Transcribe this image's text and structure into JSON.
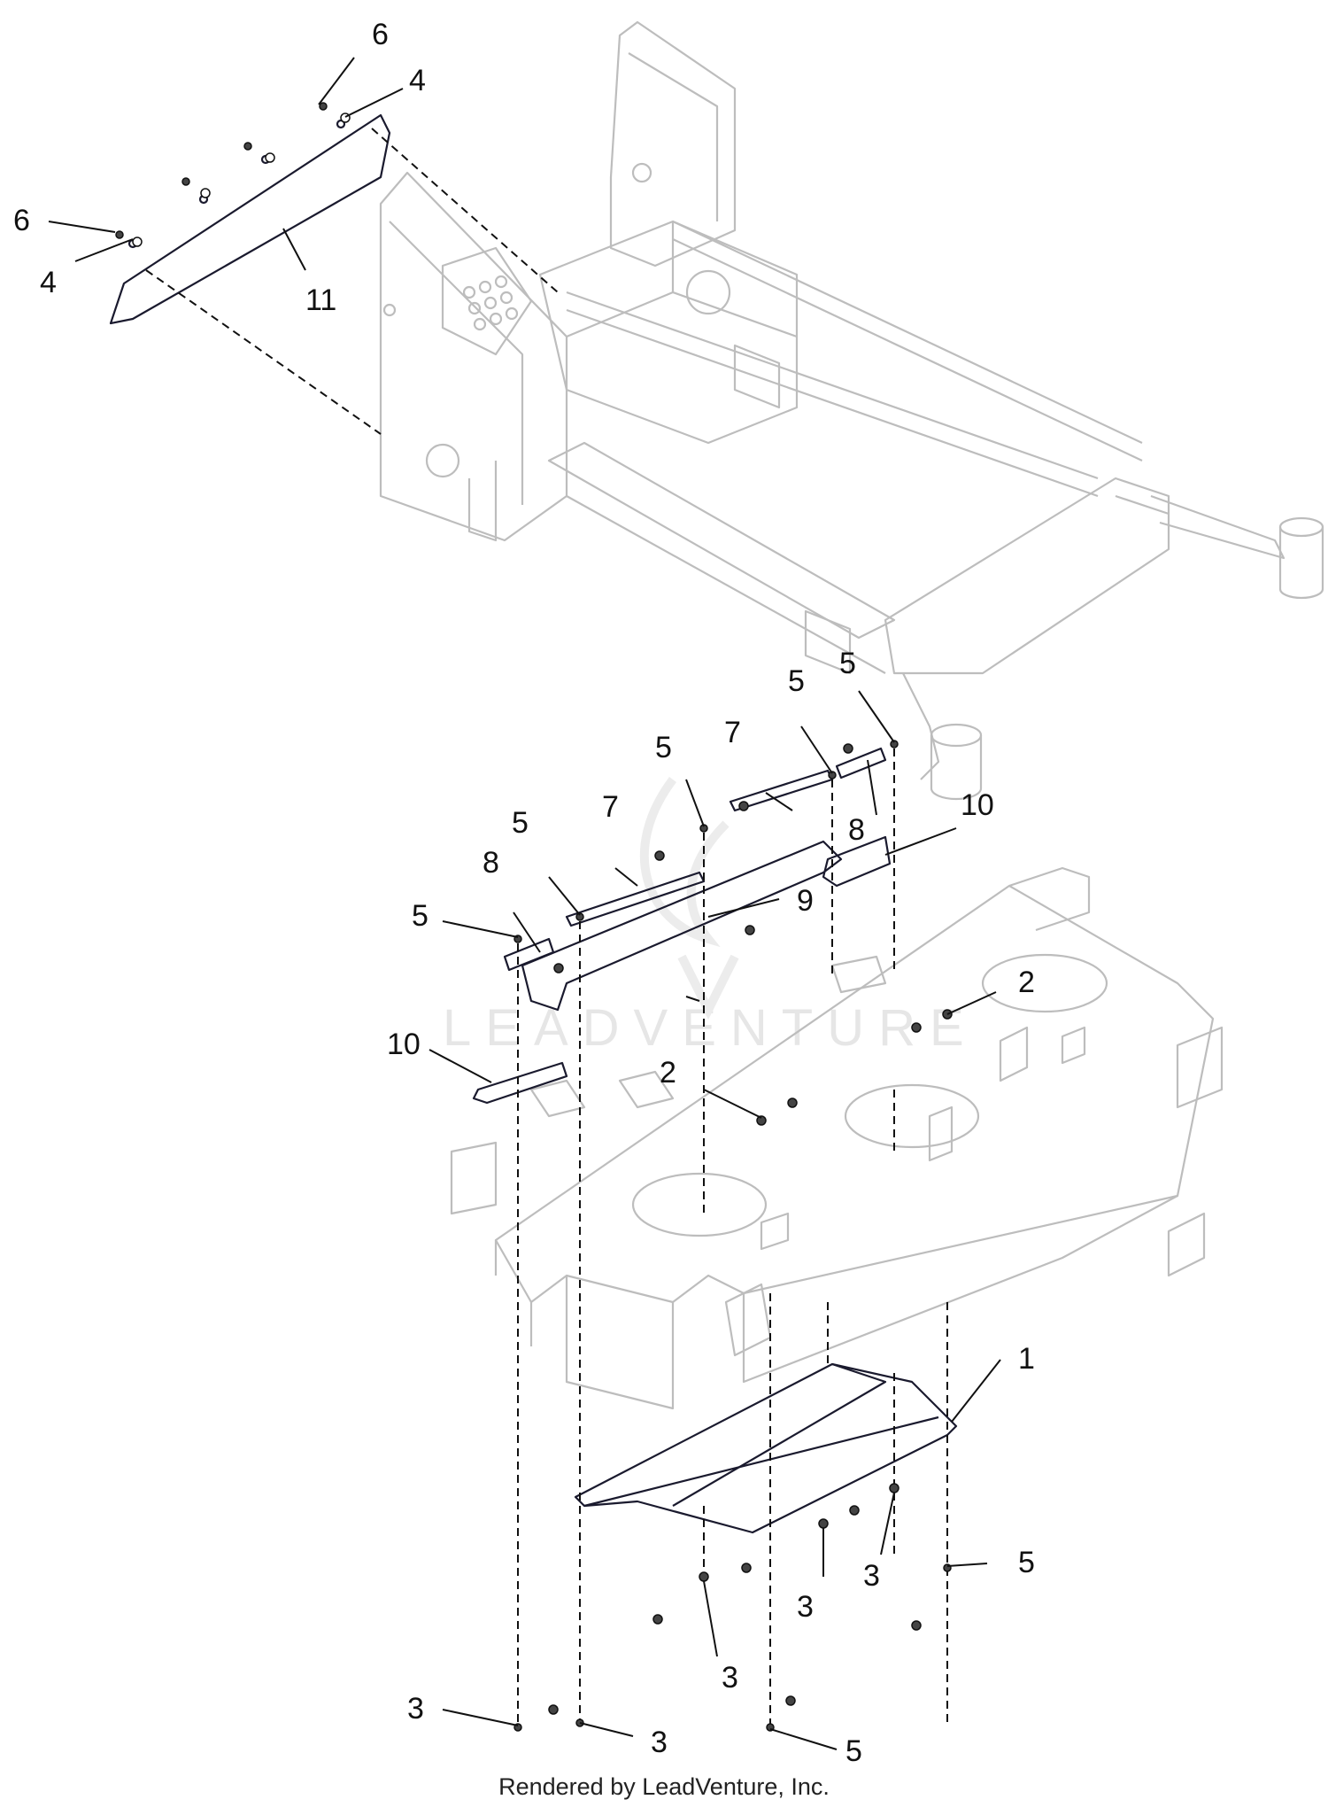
{
  "watermark": "LEADVENTURE",
  "footer": "Rendered by LeadVenture, Inc.",
  "colors": {
    "part_line": "#bdbdbd",
    "highlight_line": "#1a1a2e",
    "leader": "#111111"
  },
  "callouts": {
    "c1": "1",
    "c2a": "2",
    "c2b": "2",
    "c3a": "3",
    "c3b": "3",
    "c3c": "3",
    "c3d": "3",
    "c3e": "3",
    "c4a": "4",
    "c4b": "4",
    "c5a": "5",
    "c5b": "5",
    "c5c": "5",
    "c5d": "5",
    "c5e": "5",
    "c5f": "5",
    "c5g": "5",
    "c6a": "6",
    "c6b": "6",
    "c7a": "7",
    "c7b": "7",
    "c8a": "8",
    "c8b": "8",
    "c9": "9",
    "c10a": "10",
    "c10b": "10",
    "c11": "11"
  }
}
